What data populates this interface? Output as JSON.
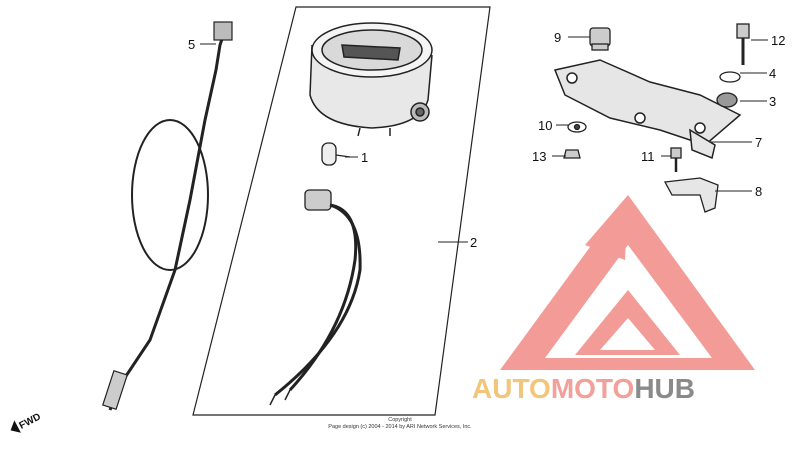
{
  "callouts": {
    "c1": "1",
    "c2": "2",
    "c3": "3",
    "c4": "4",
    "c5": "5",
    "c7": "7",
    "c8": "8",
    "c9": "9",
    "c10": "10",
    "c11": "11",
    "c12": "12",
    "c13": "13"
  },
  "fwd_label": "FWD",
  "copyright": {
    "line1": "Copyright",
    "line2": "Page design (c) 2004 - 2014 by ARI Network Services, Inc."
  },
  "watermark": {
    "word_part1": "AUTO",
    "word_part2": "MOTO",
    "word_part3": "HUB",
    "colors": {
      "part1": "#f2c57a",
      "part2": "#f4a09a",
      "part3": "#8a8a8a",
      "logo": "#f08a86"
    }
  }
}
